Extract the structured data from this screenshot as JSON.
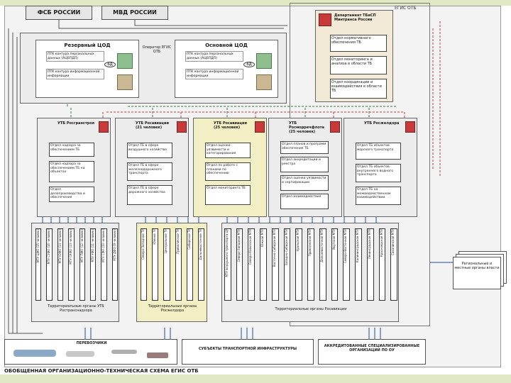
{
  "top_boxes": {
    "fsb": "ФСБ РОССИИ",
    "mvd": "МВД РОССИИ"
  },
  "egis_label": "ЕГИС ОТБ",
  "operator_label": "Оператор ЕГИС ОТБ",
  "rezerv": {
    "title": "Резервный ЦОД",
    "lines": [
      "ПТК контура персональных данных (АЦБПДП)",
      "ПТК контура информационной информации"
    ],
    "db": "БД"
  },
  "osnov": {
    "title": "Основной ЦОД",
    "lines": [
      "ПТК контура персональных данных (АЦБПДП)",
      "ПТК контура информационной информации"
    ],
    "db": "БД"
  },
  "department": {
    "title": "Департамент ТБиСП Минтранса России",
    "items": [
      "Отдел нормативного обеспечения ТБ",
      "Отдел мониторинга и анализа в области ТБ",
      "Отдел координации и взаимодействия в области ТБ"
    ]
  },
  "utb": [
    {
      "title": "УТБ Росгранстроя",
      "items": [
        "Отдел надзора за обеспечением ТБ",
        "Отдел надзора за обеспечением ТБ на объектах",
        "Отдел делопроизводства и обеспечения"
      ]
    },
    {
      "title": "УТБ Росавиации (21 человек)",
      "items": [
        "Отдел ТБ в сфере воздушного хозяйства",
        "Отдел ТБ в сфере железнодорожного транспорта",
        "Отдел ТБ в сфере дорожного хозяйства"
      ]
    },
    {
      "title": "УТБ Росавиации (25 человек)",
      "items": [
        "Отдел оценки уязвимости и категорирования",
        "Отдел по работе с планами по обеспечению",
        "Отдел мониторинга ТБ"
      ]
    },
    {
      "title": "УТБ Росморречфлота (25 человек)",
      "items": [
        "Отдел планов и программ обеспечения ТБ",
        "Отдел аккредитации и реестра",
        "Отдел оценки уязвимости и сертификации",
        "Отдел взаимодействия"
      ]
    },
    {
      "title": "УТБ Росжелдора",
      "items": [
        "Отдел ТБ объектов морского транспорта",
        "Отдел ТБ объектов внутреннего водного транспорта",
        "Отдел ТБ на межведомственном взаимодействии"
      ]
    }
  ],
  "terr": [
    "Территориальные органы УТБ Ространснадзора",
    "Территориальные органы Росжелдора",
    "Территориальные органы Росавиации"
  ],
  "bars1": [
    "МТУ ЦФО (15 человек)",
    "МТУ СЗФО (16 человек)",
    "МТУ ЮФО (14 человек)",
    "МТУ СКФО (13 человек)",
    "МТУ ПФО (12 человек)",
    "МТУ УФО (11 человек)",
    "МТУ СФО (10 человек)",
    "МТУ ДФО (9 человек)"
  ],
  "bars2": [
    "Северо-Западное ТУ",
    "Южное ТУ",
    "Центральное ТУ",
    "Приволжское ТУ",
    "Сибирское ТУ",
    "Дальневосточное ТУ"
  ],
  "bars3": [
    "МТУ воздушного транспорта ЦР",
    "Северо-Западное МТУ",
    "Северо-Кавказское МТУ",
    "Южное МТУ",
    "Восточно-Сибирское МТУ",
    "Западно-Сибирское МТУ",
    "Уральское МТУ",
    "Приволжское МТУ",
    "Дальневосточное МТУ",
    "Якутское МТУ",
    "Северо-Восточное МТУ",
    "Калининградское МТУ",
    "Ленинградское МТУ",
    "Красноярское МТУ",
    "Сахалинское МТУ"
  ],
  "regional": "Региональные и местные органы власти",
  "bottom": {
    "carriers": "ПЕРЕВОЗЧИКИ",
    "subjects": "СУБЪЕКТЫ ТРАНСПОРТНОЙ ИНФРАСТРУКТУРЫ",
    "accredited": "АККРЕДИТОВАННЫЕ СПЕЦИАЛИЗИРОВАННЫЕ ОРГАНИЗАЦИИ ПО ОУ"
  },
  "caption": "ОБОБЩЕННАЯ ОРГАНИЗАЦИОННО-ТЕХНИЧЕСКАЯ СХЕМА ЕГИС ОТБ",
  "colors": {
    "red": "#c83a3a",
    "green": "#2f7f3f",
    "blue": "#1f4fa0",
    "yellow_panel": "#f3efc4",
    "cream_panel": "#f2ead6"
  }
}
